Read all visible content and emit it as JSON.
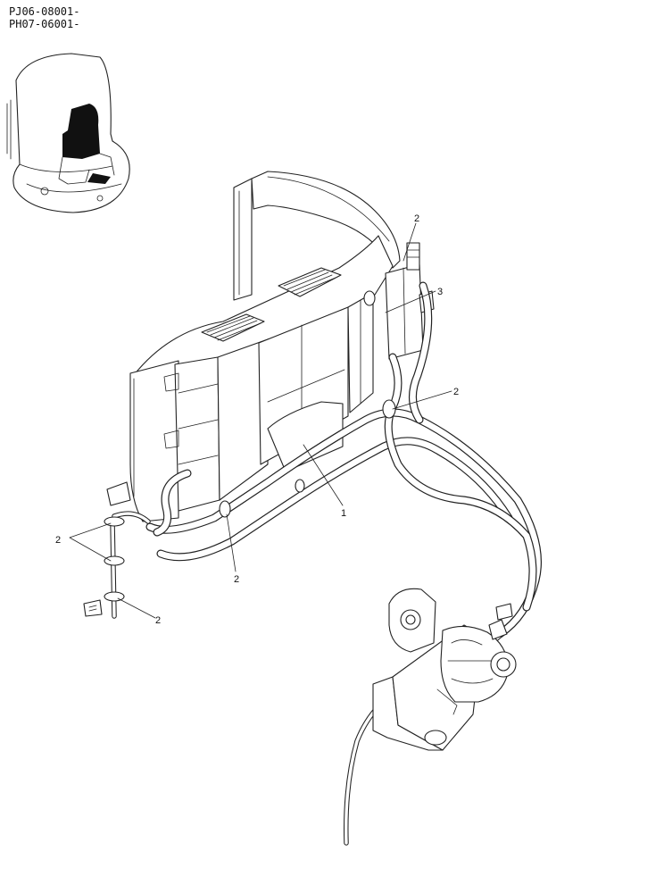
{
  "header": {
    "serial_1": "PJ06-08001-",
    "serial_2": "PH07-06001-"
  },
  "callouts": [
    {
      "id": "2",
      "label": "2"
    },
    {
      "id": "3",
      "label": "3"
    },
    {
      "id": "2",
      "label": "2"
    },
    {
      "id": "1",
      "label": "1"
    },
    {
      "id": "2",
      "label": "2"
    },
    {
      "id": "2",
      "label": "2"
    },
    {
      "id": "2",
      "label": "2"
    }
  ]
}
